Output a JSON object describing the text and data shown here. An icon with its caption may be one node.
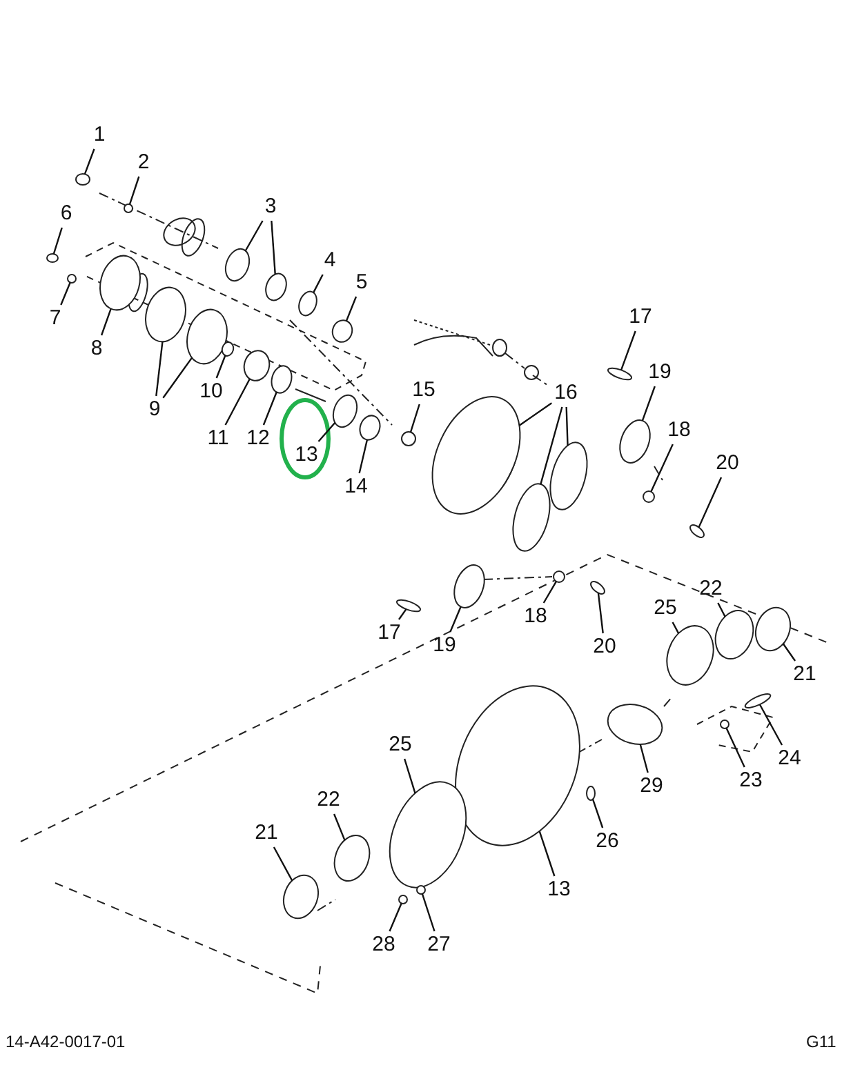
{
  "diagram": {
    "nodes": [
      {
        "text": [
          "1"
        ]
      },
      {
        "text": [
          "2"
        ]
      },
      {
        "text": [
          "3"
        ]
      },
      {
        "text": [
          "4"
        ]
      },
      {
        "text": [
          "5"
        ]
      },
      {
        "text": [
          "6"
        ]
      },
      {
        "text": [
          "7"
        ]
      },
      {
        "text": [
          "8"
        ]
      },
      {
        "text": [
          "9"
        ]
      },
      {
        "text": [
          "10"
        ]
      },
      {
        "text": [
          "11"
        ]
      },
      {
        "text": [
          "12"
        ]
      },
      {
        "text": [
          "13"
        ]
      },
      {
        "text": [
          "14"
        ]
      },
      {
        "text": [
          "15"
        ]
      },
      {
        "text": [
          "16"
        ]
      },
      {
        "text": [
          "17"
        ]
      },
      {
        "text": [
          "19"
        ]
      },
      {
        "text": [
          "18"
        ]
      },
      {
        "text": [
          "20"
        ]
      },
      {
        "text": [
          "17"
        ]
      },
      {
        "text": [
          "19"
        ]
      },
      {
        "text": [
          "18"
        ]
      },
      {
        "text": [
          "20"
        ]
      },
      {
        "text": [
          "25"
        ]
      },
      {
        "text": [
          "22"
        ]
      },
      {
        "text": [
          "21"
        ]
      },
      {
        "text": [
          "29"
        ]
      },
      {
        "text": [
          "23"
        ]
      },
      {
        "text": [
          "24"
        ]
      },
      {
        "text": [
          "26"
        ]
      },
      {
        "text": [
          "13"
        ]
      },
      {
        "text": [
          "25"
        ]
      },
      {
        "text": [
          "22"
        ]
      },
      {
        "text": [
          "21"
        ]
      },
      {
        "text": [
          "28"
        ]
      },
      {
        "text": [
          "27"
        ]
      },
      {
        "text": [],
        "shape": "circle"
      },
      {
        "text": [],
        "shape": "circle"
      },
      {
        "text": [],
        "shape": "circle"
      },
      {
        "text": [],
        "shape": "circle"
      },
      {
        "text": [],
        "shape": "circle"
      },
      {
        "text": [],
        "shape": "circle"
      },
      {
        "text": [],
        "shape": "circle"
      },
      {
        "text": [],
        "shape": "circle"
      },
      {
        "text": [],
        "shape": "circle"
      },
      {
        "text": [],
        "shape": "circle"
      },
      {
        "text": [],
        "shape": "circle"
      },
      {
        "text": [],
        "shape": "circle"
      },
      {
        "text": [],
        "shape": "circle"
      },
      {
        "text": [],
        "shape": "circle"
      },
      {
        "text": [],
        "shape": "circle"
      },
      {
        "text": [],
        "shape": "circle"
      },
      {
        "text": [],
        "shape": "circle"
      },
      {
        "text": [],
        "shape": "circle"
      },
      {
        "text": [],
        "shape": "circle"
      },
      {
        "text": [],
        "shape": "circle"
      },
      {
        "text": [],
        "shape": "circle"
      },
      {
        "text": [],
        "shape": "circle"
      },
      {
        "text": [],
        "shape": "circle"
      },
      {
        "text": [],
        "shape": "circle"
      },
      {
        "text": [],
        "shape": "circle"
      },
      {
        "text": [],
        "shape": "circle"
      },
      {
        "text": [],
        "shape": "circle"
      },
      {
        "text": [],
        "shape": "circle"
      },
      {
        "text": [],
        "shape": "circle"
      },
      {
        "text": [],
        "shape": "circle"
      },
      {
        "text": [],
        "shape": "circle"
      },
      {
        "text": [],
        "shape": "circle"
      },
      {
        "text": [],
        "shape": "circle"
      },
      {
        "text": [],
        "shape": "circle"
      },
      {
        "text": [],
        "shape": "circle"
      },
      {
        "text": [],
        "shape": "circle"
      },
      {
        "text": [],
        "shape": "circle"
      },
      {
        "text": [],
        "shape": "circle"
      },
      {
        "text": [],
        "shape": "circle"
      },
      {
        "text": [],
        "shape": "circle"
      },
      {
        "text": [],
        "shape": "circle"
      }
    ],
    "edges": [
      {
        "from": 0,
        "to": 37,
        "arrow": "none"
      },
      {
        "from": 1,
        "to": 38,
        "arrow": "none"
      },
      {
        "from": 2,
        "to": 39,
        "arrow": "none"
      },
      {
        "from": 2,
        "to": 40,
        "arrow": "none"
      },
      {
        "from": 3,
        "to": 41,
        "arrow": "none"
      },
      {
        "from": 4,
        "to": 42,
        "arrow": "none"
      },
      {
        "from": 5,
        "to": 43,
        "arrow": "none"
      },
      {
        "from": 6,
        "to": 44,
        "arrow": "none"
      },
      {
        "from": 7,
        "to": 45,
        "arrow": "none"
      },
      {
        "from": 8,
        "to": 46,
        "arrow": "none"
      },
      {
        "from": 8,
        "to": 47,
        "arrow": "none"
      },
      {
        "from": 9,
        "to": 48,
        "arrow": "none"
      },
      {
        "from": 10,
        "to": 49,
        "arrow": "none"
      },
      {
        "from": 11,
        "to": 50,
        "arrow": "none"
      },
      {
        "from": 12,
        "to": 51,
        "arrow": "none"
      },
      {
        "from": 13,
        "to": 52,
        "arrow": "none"
      },
      {
        "from": 14,
        "to": 53,
        "arrow": "none"
      },
      {
        "from": 15,
        "to": 54,
        "arrow": "none"
      },
      {
        "from": 15,
        "to": 55,
        "arrow": "none"
      },
      {
        "from": 15,
        "to": 56,
        "arrow": "none"
      },
      {
        "from": 16,
        "to": 57,
        "arrow": "none"
      },
      {
        "from": 17,
        "to": 58,
        "arrow": "none"
      },
      {
        "from": 18,
        "to": 59,
        "arrow": "none"
      },
      {
        "from": 19,
        "to": 60,
        "arrow": "none"
      },
      {
        "from": 20,
        "to": 61,
        "arrow": "none"
      },
      {
        "from": 21,
        "to": 62,
        "arrow": "none"
      },
      {
        "from": 22,
        "to": 63,
        "arrow": "none"
      },
      {
        "from": 23,
        "to": 64,
        "arrow": "none"
      },
      {
        "from": 24,
        "to": 65,
        "arrow": "none"
      },
      {
        "from": 25,
        "to": 66,
        "arrow": "none"
      },
      {
        "from": 26,
        "to": 67,
        "arrow": "none"
      },
      {
        "from": 27,
        "to": 68,
        "arrow": "none"
      },
      {
        "from": 28,
        "to": 69,
        "arrow": "none"
      },
      {
        "from": 29,
        "to": 70,
        "arrow": "none"
      },
      {
        "from": 30,
        "to": 71,
        "arrow": "none"
      },
      {
        "from": 31,
        "to": 72,
        "arrow": "none"
      },
      {
        "from": 32,
        "to": 73,
        "arrow": "none"
      },
      {
        "from": 33,
        "to": 74,
        "arrow": "none"
      },
      {
        "from": 34,
        "to": 75,
        "arrow": "none"
      },
      {
        "from": 35,
        "to": 76,
        "arrow": "none"
      },
      {
        "from": 36,
        "to": 77,
        "arrow": "none"
      }
    ],
    "labels": [
      "14-A42-0017-01",
      "G11"
    ]
  }
}
